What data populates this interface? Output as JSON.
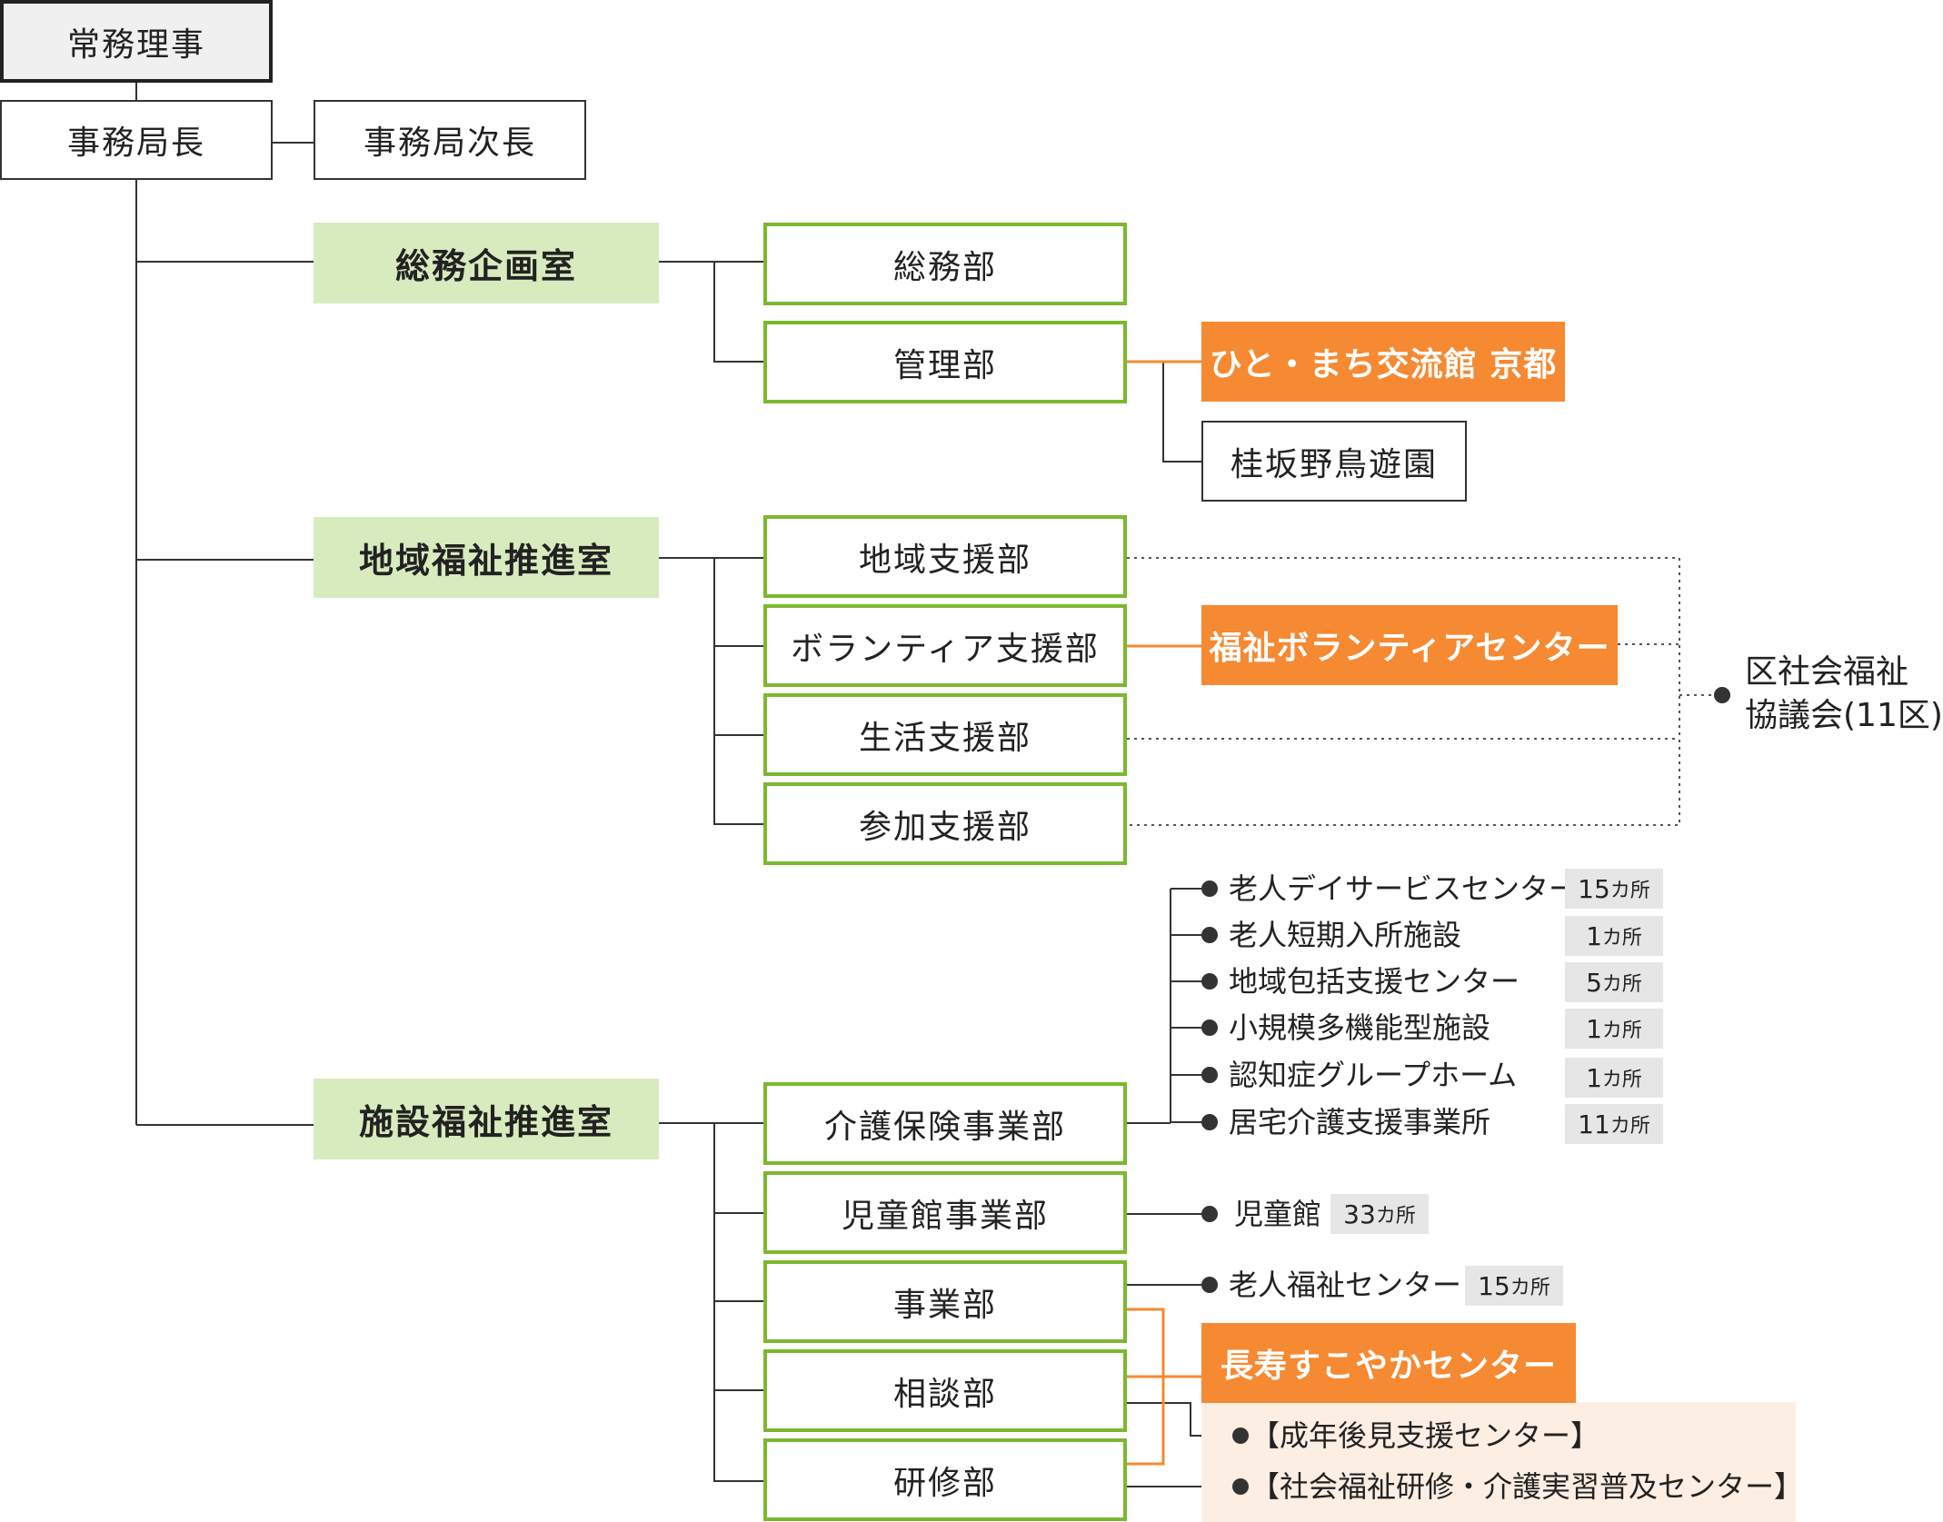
{
  "top": {
    "director": "常務理事",
    "chief": "事務局長",
    "deputy": "事務局次長"
  },
  "rooms": {
    "soumu": "総務企画室",
    "chiiki": "地域福祉推進室",
    "shisetsu": "施設福祉推進室"
  },
  "depts": {
    "soumubu": "総務部",
    "kanribu": "管理部",
    "chiikishien": "地域支援部",
    "volunteer": "ボランティア支援部",
    "seikatsu": "生活支援部",
    "sanka": "参加支援部",
    "kaigo": "介護保険事業部",
    "jidoukan": "児童館事業部",
    "jigyou": "事業部",
    "soudan": "相談部",
    "kenshu": "研修部"
  },
  "centers": {
    "hitomachi": "ひと・まち交流館 京都",
    "katsura": "桂坂野鳥遊園",
    "volcenter": "福祉ボランティアセンター",
    "chouju": "長寿すこやかセンター"
  },
  "ward_council": {
    "line1": "区社会福祉",
    "line2": "協議会(11区)"
  },
  "facilities": [
    {
      "name": "老人デイサービスセンター",
      "count": "15",
      "unit": "カ所"
    },
    {
      "name": "老人短期入所施設",
      "count": "1",
      "unit": "カ所"
    },
    {
      "name": "地域包括支援センター",
      "count": "5",
      "unit": "カ所"
    },
    {
      "name": "小規模多機能型施設",
      "count": "1",
      "unit": "カ所"
    },
    {
      "name": "認知症グループホーム",
      "count": "1",
      "unit": "カ所"
    },
    {
      "name": "居宅介護支援事業所",
      "count": "11",
      "unit": "カ所"
    }
  ],
  "jidoukan_item": {
    "name": "児童館",
    "count": "33",
    "unit": "カ所"
  },
  "roujin_item": {
    "name": "老人福祉センター",
    "count": "15",
    "unit": "カ所"
  },
  "sub_centers": [
    "【成年後見支援センター】",
    "【社会福祉研修・介護実習普及センター】"
  ],
  "colors": {
    "green": "#7cb82f",
    "room_bg": "#d8ebbf",
    "orange": "#f58a32",
    "panel": "#fdeee3",
    "badge": "#e6e6e6"
  }
}
